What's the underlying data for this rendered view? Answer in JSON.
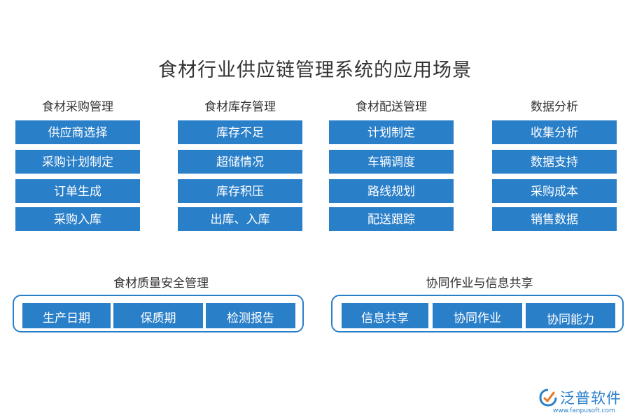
{
  "title": "食材行业供应链管理系统的应用场景",
  "colors": {
    "box_blue": "#2a7fc9",
    "text_dark": "#333333",
    "frame_blue": "#2a7fc9",
    "logo_orange": "#e87722"
  },
  "columns": [
    {
      "title": "食材采购管理",
      "items": [
        "供应商选择",
        "采购计划制定",
        "订单生成",
        "采购入库"
      ]
    },
    {
      "title": "食材库存管理",
      "items": [
        "库存不足",
        "超储情况",
        "库存积压",
        "出库、入库"
      ]
    },
    {
      "title": "食材配送管理",
      "items": [
        "计划制定",
        "车辆调度",
        "路线规划",
        "配送跟踪"
      ]
    },
    {
      "title": "数据分析",
      "items": [
        "收集分析",
        "数据支持",
        "采购成本",
        "销售数据"
      ]
    }
  ],
  "groups": [
    {
      "title": "食材质量安全管理",
      "items": [
        "生产日期",
        "保质期",
        "检测报告"
      ]
    },
    {
      "title": "协同作业与信息共享",
      "items": [
        "信息共享",
        "协同作业",
        "协同能力"
      ]
    }
  ],
  "logo": {
    "name": "泛普软件",
    "url": "www.fanpusoft.com",
    "icon": "fanpu-logo-icon"
  }
}
